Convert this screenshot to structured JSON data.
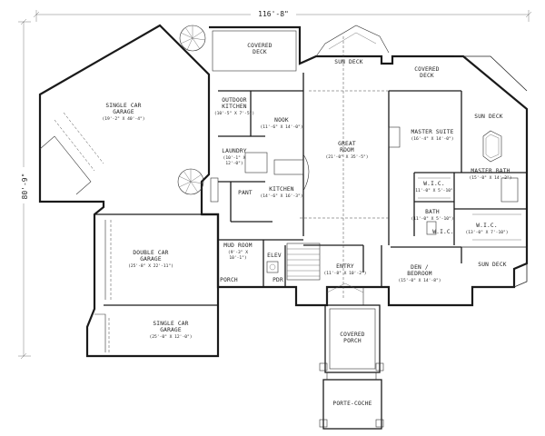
{
  "plan": {
    "overall_width": "116'-8\"",
    "overall_depth": "80'-9\"",
    "rooms": {
      "garage_single_top": {
        "name_1": "SINGLE CAR",
        "name_2": "GARAGE",
        "size": "(19'-2\" X 40'-4\")"
      },
      "garage_double": {
        "name_1": "DOUBLE CAR",
        "name_2": "GARAGE",
        "size": "(25'-8\" X 22'-11\")"
      },
      "garage_single_bottom": {
        "name_1": "SINGLE CAR",
        "name_2": "GARAGE",
        "size": "(25'-0\" X 12'-0\")"
      },
      "covered_deck_left": {
        "name_1": "COVERED",
        "name_2": "DECK"
      },
      "sun_deck_top": {
        "name": "SUN DECK"
      },
      "covered_deck_right": {
        "name_1": "COVERED",
        "name_2": "DECK"
      },
      "sun_deck_right": {
        "name": "SUN DECK"
      },
      "sun_deck_bottom_right": {
        "name": "SUN DECK"
      },
      "outdoor_kitchen": {
        "name_1": "OUTDOOR",
        "name_2": "KITCHEN",
        "size": "(10'-5\" X 7'-5\")"
      },
      "nook": {
        "name": "NOOK",
        "size": "(11'-6\" X 14'-0\")"
      },
      "laundry": {
        "name": "LAUNDRY",
        "size_1": "(10'-1\" X",
        "size_2": "12'-0\")"
      },
      "kitchen": {
        "name": "KITCHEN",
        "size": "(14'-6\" X 16'-3\")"
      },
      "pantry": {
        "name": "PANT"
      },
      "great_room": {
        "name_1": "GREAT",
        "name_2": "ROOM",
        "size": "(21'-0\" X 35'-5\")"
      },
      "master_suite": {
        "name": "MASTER SUITE",
        "size": "(16'-4\" X 14'-0\")"
      },
      "master_bath": {
        "name": "MASTER BATH",
        "size": "(15'-0\" X 14'-2\")"
      },
      "wic_1": {
        "name": "W.I.C.",
        "size": "(11'-0\" X 5'-10\")"
      },
      "bath": {
        "name": "BATH",
        "size": "(11'-0\" X 5'-10\")"
      },
      "wic_2": {
        "name": "W.I.C."
      },
      "wic_3": {
        "name": "W.I.C.",
        "size": "(13'-0\" X 7'-10\")"
      },
      "mud_room": {
        "name": "MUD ROOM",
        "size_1": "(9'-3\" X",
        "size_2": "10'-1\")"
      },
      "elevator": {
        "name": "ELEV"
      },
      "porch_left": {
        "name": "PORCH"
      },
      "powder": {
        "name": "PDR"
      },
      "entry": {
        "name": "ENTRY",
        "size": "(11'-8\" X 10'-2\")"
      },
      "den": {
        "name_1": "DEN /",
        "name_2": "BEDROOM",
        "size": "(15'-0\" X 14'-8\")"
      },
      "covered_porch": {
        "name_1": "COVERED",
        "name_2": "PORCH"
      },
      "porte_cochere": {
        "name": "PORTE-COCHE"
      }
    }
  }
}
